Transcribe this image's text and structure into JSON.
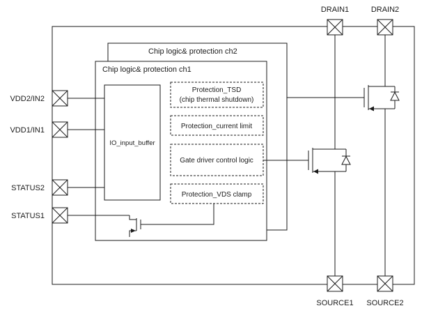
{
  "diagram": {
    "pins": {
      "drain1": "DRAIN1",
      "drain2": "DRAIN2",
      "source1": "SOURCE1",
      "source2": "SOURCE2",
      "vdd2_in2": "VDD2/IN2",
      "vdd1_in1": "VDD1/IN1",
      "status2": "STATUS2",
      "status1": "STATUS1"
    },
    "blocks": {
      "ch2_title": "Chip logic& protection ch2",
      "ch1_title": "Chip logic& protection ch1",
      "io_buffer": "IO_input_buffer",
      "tsd_line1": "Protection_TSD",
      "tsd_line2": "(chip thermal shutdown)",
      "current_limit": "Protection_current limit",
      "gate_driver": "Gate driver control logic",
      "vds_clamp": "Protection_VDS clamp"
    },
    "colors": {
      "line": "#1a1a1a",
      "background": "#ffffff"
    }
  }
}
